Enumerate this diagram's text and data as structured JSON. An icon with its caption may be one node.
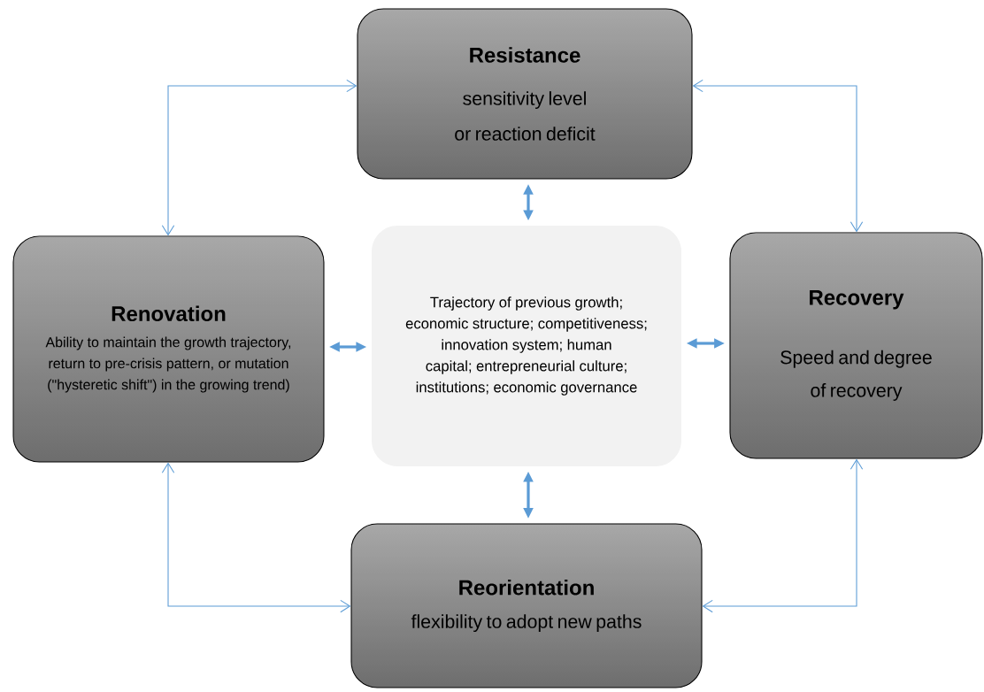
{
  "diagram": {
    "nodes": [
      {
        "text": [
          "Resistance",
          "sensitivity level or reaction deficit"
        ]
      },
      {
        "text": [
          "Renovation",
          "Ability to maintain the growth trajectory, return to pre-crisis pattern, or mutation (\"hysteretic shift\") in the growing trend)"
        ]
      },
      {
        "text": [
          "Trajectory of previous growth; economic structure; competitiveness; innovation system; human capital; entrepreneurial culture; institutions; economic governance"
        ]
      },
      {
        "text": [
          "Recovery",
          "Speed and degree of recovery"
        ]
      },
      {
        "text": [
          "Reorientation",
          "flexibility to adopt new paths"
        ]
      }
    ],
    "edges": [
      {
        "from": 0,
        "to": 1,
        "arrow": "both"
      },
      {
        "from": 0,
        "to": 3,
        "arrow": "both"
      },
      {
        "from": 1,
        "to": 4,
        "arrow": "both"
      },
      {
        "from": 3,
        "to": 4,
        "arrow": "both"
      },
      {
        "from": 2,
        "to": 0,
        "arrow": "both",
        "style": "thick"
      },
      {
        "from": 2,
        "to": 1,
        "arrow": "both",
        "style": "thick"
      },
      {
        "from": 2,
        "to": 3,
        "arrow": "both",
        "style": "thick"
      },
      {
        "from": 2,
        "to": 4,
        "arrow": "both",
        "style": "thick"
      }
    ]
  }
}
